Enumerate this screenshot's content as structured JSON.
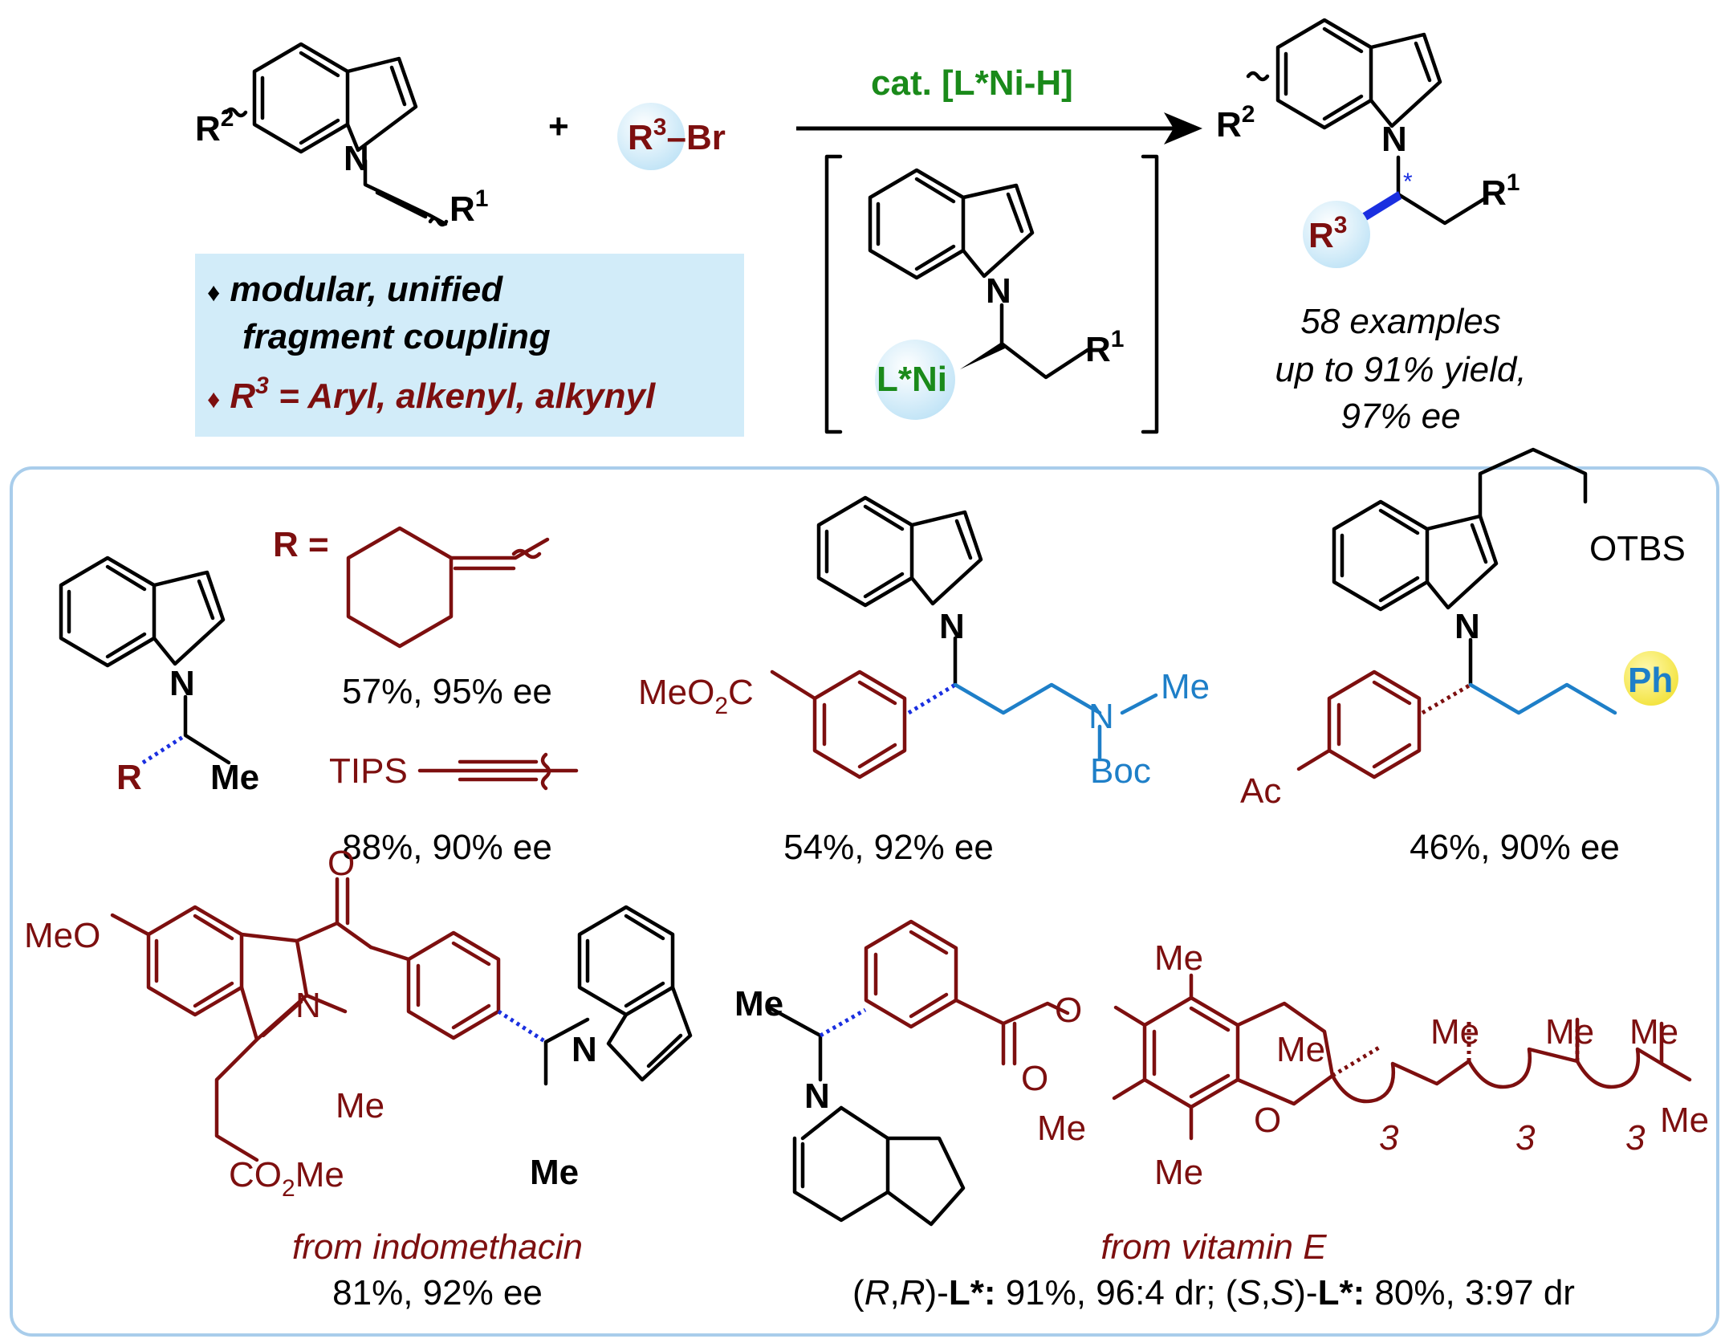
{
  "reaction": {
    "catalyst": "cat. [L*Ni-H]",
    "plus": "+",
    "reagent_prefix": "R",
    "reagent_sup": "3",
    "reagent_suffix": "–Br",
    "r1": "R",
    "r1_sup": "1",
    "r2": "R",
    "r2_sup": "2",
    "r3": "R",
    "r3_sup": "3",
    "nitrogen": "N",
    "stereo_star": "*",
    "intermediate_metal": "L*Ni",
    "product_summary": [
      "58 examples",
      "up to 91% yield,",
      "97% ee"
    ]
  },
  "features": {
    "bullet": "♦",
    "item1_line1": "modular, unified",
    "item1_line2": "fragment coupling",
    "item2_prefix": "R",
    "item2_sup": "3",
    "item2_suffix": " = Aryl, alkenyl, alkynyl"
  },
  "examples": {
    "generic": {
      "r_label": "R",
      "me_label": "Me",
      "r_equals": "R =",
      "alkenyl_result": "57%, 95% ee",
      "tips_label": "TIPS",
      "alkynyl_result": "88%, 90% ee"
    },
    "ester": {
      "ester_label": "MeO",
      "ester_sub": "2",
      "ester_tail": "C",
      "n_label": "N",
      "me_label": "Me",
      "boc_label": "Boc",
      "result": "54%, 92% ee"
    },
    "tryptophol": {
      "otbs_label": "OTBS",
      "ac_label": "Ac",
      "ph_label": "Ph",
      "result": "46%, 90% ee"
    },
    "indomethacin": {
      "meo_label": "MeO",
      "o_label": "O",
      "me_label": "Me",
      "co2me_pre": "CO",
      "co2me_sub": "2",
      "co2me_post": "Me",
      "me_bold": "Me",
      "source": "from indomethacin",
      "result": "81%, 92% ee"
    },
    "vitamin_e": {
      "me_bold": "Me",
      "o_label": "O",
      "me_label": "Me",
      "sub3": "3",
      "source": "from vitamin E",
      "result_rr_open": "(",
      "result_rr_it": "R",
      "result_rr_mid": ",",
      "result_rr_it2": "R",
      "result_rr_close": ")-",
      "result_l": "L*:",
      "result_rr_val": " 91%, 96:4 dr; (",
      "result_ss_it": "S",
      "result_ss_mid": ",",
      "result_ss_it2": "S",
      "result_ss_close": ")-",
      "result_ss_val": " 80%, 3:97 dr"
    }
  },
  "colors": {
    "product_red": "#7d0f0f",
    "catalyst_green": "#1a8a1a",
    "chain_blue": "#1e7fc8",
    "feature_box": "#d2ecf9",
    "panel_border": "#a9cdeb",
    "ph_highlight": "#f5e84a"
  }
}
